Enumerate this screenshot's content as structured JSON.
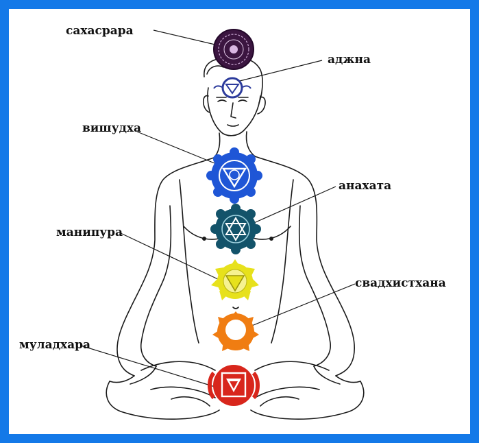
{
  "colors": {
    "frame": "#1479e8",
    "sahasrara": "#3b1540",
    "ajna": "#2c3b9c",
    "vishuddha": "#1f56d6",
    "anahata": "#13536a",
    "manipura": "#e7e11c",
    "svadhisthana": "#f07d12",
    "muladhara": "#d8261c"
  },
  "labels": {
    "sahasrara": "сахасрара",
    "ajna": "аджна",
    "vishuddha": "вишудха",
    "anahata": "анахата",
    "manipura": "манипура",
    "svadhisthana": "свадхистхана",
    "muladhara": "муладхара"
  }
}
